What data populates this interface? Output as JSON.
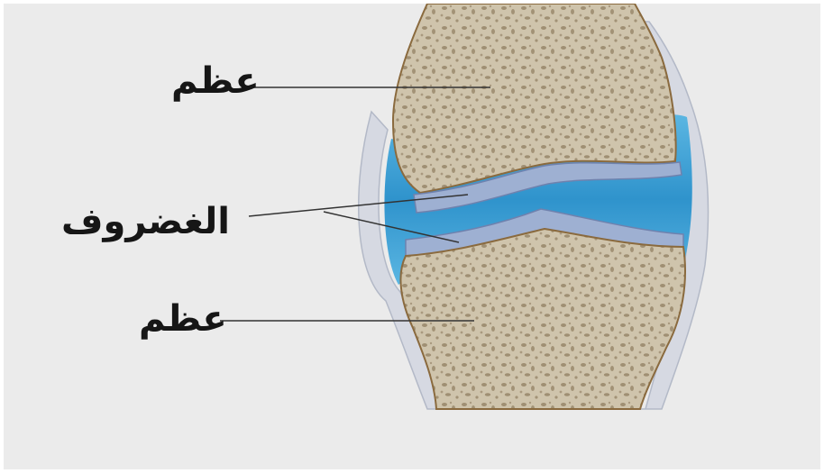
{
  "labels": {
    "bone_top": "عظم",
    "cartilage": "الغضروف",
    "bone_bottom": "عظم"
  },
  "colors": {
    "background": "#ebebeb",
    "bone": "#cfc4ac",
    "bone_pores": "#8f7d60",
    "bone_outline": "#8a6a3e",
    "cartilage": "#9eb0d2",
    "cartilage_edge": "#6f82ae",
    "synovial_fluid": "#3fa3d6",
    "capsule": "#d4d8e2",
    "leader_line": "#333333"
  }
}
